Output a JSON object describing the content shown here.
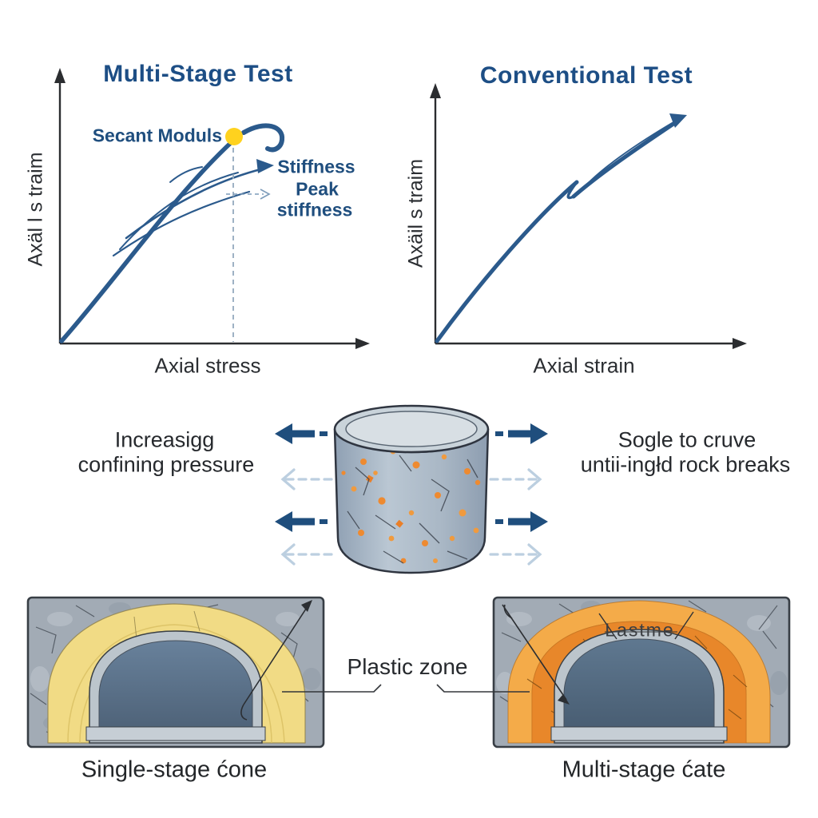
{
  "charts": {
    "left": {
      "title": "Multi-Stage Test",
      "y_axis_label": "Axäl l s traim",
      "x_axis_label": "Axial stress",
      "secant_label": "Secant Moduls",
      "stiffness_label": "Stiffness",
      "peak_label_line1": "Peak",
      "peak_label_line2": "stiffness"
    },
    "right": {
      "title": "Conventional Test",
      "y_axis_label": "Axäil s traim",
      "x_axis_label": "Axial strain"
    }
  },
  "specimen": {
    "left_label_line1": "Increasigg",
    "left_label_line2": "confining pressure",
    "right_label_line1": "Sogle to cruve",
    "right_label_line2": "untii-ingłd rock breaks"
  },
  "tunnels": {
    "plastic_zone_label": "Plastic zone",
    "left_caption": "Single-stage ćone",
    "right_caption": "Multi-stage ćate",
    "right_inner_label": "Lastme"
  },
  "colors": {
    "navy_text": "#1d4e85",
    "curve_blue": "#2b5a8c",
    "peak_dot_yellow": "#ffd21e",
    "dark_arrow": "#1f4e7d",
    "light_arrow": "#bccfe0",
    "plastic_yellow": "#f1db85",
    "plastic_orange_outer": "#f4ab49",
    "plastic_orange_inner": "#e8872a",
    "rock_gray": "#a0aab4",
    "tunnel_interior": "#5b7189"
  }
}
